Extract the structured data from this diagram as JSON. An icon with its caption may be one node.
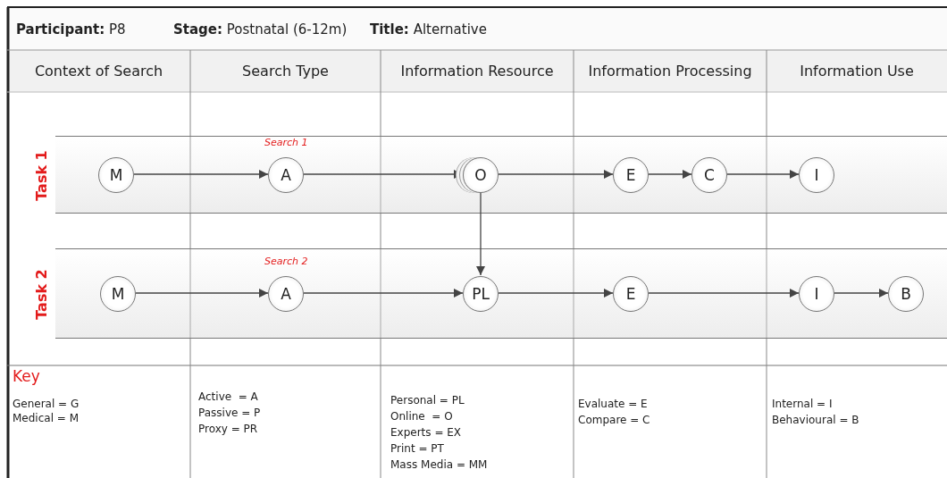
{
  "diagram": {
    "nodes": [
      {
        "text": [
          "Task 1"
        ]
      },
      {
        "text": [
          "M"
        ],
        "in": 0
      },
      {
        "text": [
          "A"
        ],
        "in": 0,
        "beside": [
          "Search 1"
        ]
      },
      {
        "text": [
          "O"
        ],
        "in": 0
      },
      {
        "text": [
          "E"
        ],
        "in": 0
      },
      {
        "text": [
          "C"
        ],
        "in": 0
      },
      {
        "text": [
          "I"
        ],
        "in": 0
      },
      {
        "text": [
          "Task 2"
        ]
      },
      {
        "text": [
          "M"
        ],
        "in": 7
      },
      {
        "text": [
          "A"
        ],
        "in": 7,
        "beside": [
          "Search 2"
        ]
      },
      {
        "text": [
          "PL"
        ],
        "in": 7
      },
      {
        "text": [
          "E"
        ],
        "in": 7
      },
      {
        "text": [
          "I"
        ],
        "in": 7
      },
      {
        "text": [
          "B"
        ],
        "in": 7
      }
    ],
    "edges": [
      {
        "from": 1,
        "to": 2,
        "arrow": "to"
      },
      {
        "from": 2,
        "to": 3,
        "arrow": "to"
      },
      {
        "from": 3,
        "to": 4,
        "arrow": "to"
      },
      {
        "from": 4,
        "to": 5,
        "arrow": "to"
      },
      {
        "from": 5,
        "to": 6,
        "arrow": "to"
      },
      {
        "from": 3,
        "to": 10,
        "arrow": "to"
      },
      {
        "from": 8,
        "to": 9,
        "arrow": "to"
      },
      {
        "from": 9,
        "to": 10,
        "arrow": "to"
      },
      {
        "from": 10,
        "to": 11,
        "arrow": "to"
      },
      {
        "from": 11,
        "to": 12,
        "arrow": "to"
      },
      {
        "from": 12,
        "to": 13,
        "arrow": "to"
      }
    ],
    "labels": [
      "**Participant:** P8",
      "**Stage:** Postnatal (6-12m)",
      "**Title:** Alternative",
      "Context of Search",
      "Search Type",
      "Information Resource",
      "Information Processing",
      "Information Use",
      "Key",
      "General = G",
      "Medical = M",
      "Active  = A",
      "Passive = P",
      "Proxy = PR",
      "Personal = PL",
      "Online  = O",
      "Experts = EX",
      "Print = PT",
      "Mass Media = MM",
      "Evaluate = E",
      "Compare = C",
      "Internal = I",
      "Behavioural = B"
    ]
  }
}
